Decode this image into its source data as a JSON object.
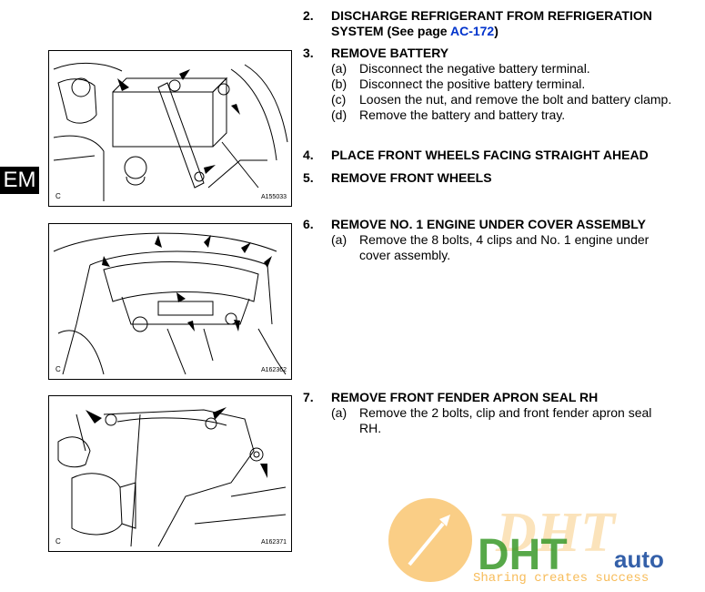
{
  "tab_label": "EM",
  "figures": [
    {
      "letter": "C",
      "id": "A155033"
    },
    {
      "letter": "C",
      "id": "A162362"
    },
    {
      "letter": "C",
      "id": "A162371"
    }
  ],
  "steps": [
    {
      "num": "2.",
      "title_a": "DISCHARGE REFRIGERANT FROM REFRIGERATION SYSTEM (See page ",
      "link": "AC-172",
      "title_b": ")"
    },
    {
      "num": "3.",
      "title": "REMOVE BATTERY",
      "subs": [
        {
          "label": "(a)",
          "text": "Disconnect the negative battery terminal."
        },
        {
          "label": "(b)",
          "text": "Disconnect the positive battery terminal."
        },
        {
          "label": "(c)",
          "text": "Loosen the nut, and remove the bolt and battery clamp."
        },
        {
          "label": "(d)",
          "text": "Remove the battery and battery tray."
        }
      ]
    },
    {
      "num": "4.",
      "title": "PLACE FRONT WHEELS FACING STRAIGHT AHEAD"
    },
    {
      "num": "5.",
      "title": "REMOVE FRONT WHEELS"
    },
    {
      "num": "6.",
      "title": "REMOVE NO. 1 ENGINE UNDER COVER ASSEMBLY",
      "subs": [
        {
          "label": "(a)",
          "text": "Remove the 8 bolts, 4 clips and No. 1 engine under cover assembly."
        }
      ]
    },
    {
      "num": "7.",
      "title": "REMOVE FRONT FENDER APRON SEAL RH",
      "subs": [
        {
          "label": "(a)",
          "text": "Remove the 2 bolts, clip and front fender apron seal RH."
        }
      ]
    }
  ],
  "watermark": {
    "logo_text": "DHT",
    "brand_a": "DHT",
    "brand_b": "auto",
    "slogan": "Sharing creates success",
    "colors": {
      "orange": "#f5a623",
      "green": "#3a9a2a",
      "blue": "#1f4fa0"
    }
  }
}
